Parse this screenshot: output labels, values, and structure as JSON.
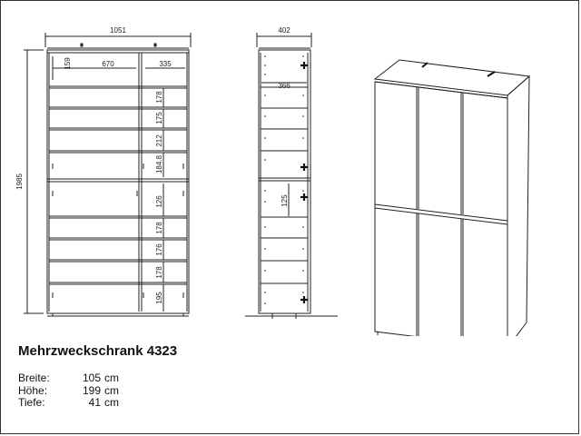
{
  "title": "Mehrzweckschrank 4323",
  "specs": [
    {
      "label": "Breite:",
      "value": "105",
      "unit": "cm"
    },
    {
      "label": "Höhe:",
      "value": "199",
      "unit": "cm"
    },
    {
      "label": "Tiefe:",
      "value": "41",
      "unit": "cm"
    }
  ],
  "front_view": {
    "overall_width": "1051",
    "overall_height": "1985",
    "left_inner_width": "670",
    "right_inner_width": "335",
    "top_gap": "159",
    "compartment_heights": [
      "178",
      "175",
      "212",
      "184.8",
      "126",
      "178",
      "176",
      "178",
      "195"
    ]
  },
  "side_view": {
    "overall_depth": "402",
    "inner_depth": "366",
    "upper_gap": "125"
  },
  "colors": {
    "line": "#222222",
    "background": "#ffffff"
  }
}
